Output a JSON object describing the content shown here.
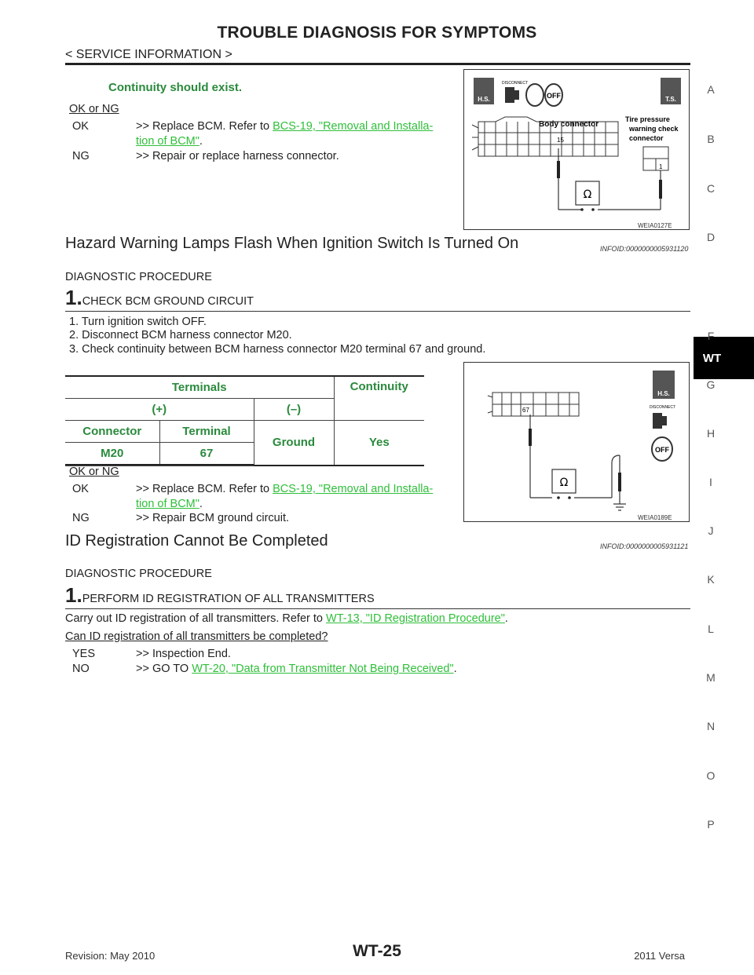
{
  "header": {
    "title": "TROUBLE DIAGNOSIS FOR SYMPTOMS",
    "breadcrumb": "< SERVICE INFORMATION >"
  },
  "side_index": {
    "letters": [
      "A",
      "B",
      "C",
      "D",
      "WT",
      "F",
      "G",
      "H",
      "I",
      "J",
      "K",
      "L",
      "M",
      "N",
      "O",
      "P"
    ],
    "active": "WT"
  },
  "top_section": {
    "continuity_note": "Continuity should exist.",
    "ok_or_ng": "OK or NG",
    "ok_key": "OK",
    "ok_text": ">> Replace BCM. Refer to",
    "ok_link_line1": "BCS-19, \"Removal and Installa-",
    "ok_link_line2": "tion of BCM\"",
    "period": ".",
    "ng_key": "NG",
    "ng_text": ">> Repair or replace harness connector.",
    "figure": {
      "hs_badge": "H.S.",
      "ts_badge": "T.S.",
      "disconnect": "DISCONNECT",
      "off": "OFF",
      "body_connector": "Body connector",
      "tire_label_1": "Tire pressure",
      "tire_label_2": "warning check",
      "tire_label_3": "connector",
      "pin_15": "15",
      "pin_1": "1",
      "ohm": "Ω",
      "caption": "WEIA0127E"
    }
  },
  "hazard_section": {
    "title": "Hazard Warning Lamps Flash When Ignition Switch Is Turned On",
    "infoid": "INFOID:0000000005931120",
    "diag_label": "DIAGNOSTIC PROCEDURE",
    "step_num": "1.",
    "step_title": "CHECK BCM GROUND CIRCUIT",
    "instructions": [
      "1. Turn ignition switch OFF.",
      "2. Disconnect BCM harness connector M20.",
      "3. Check continuity between BCM harness connector M20 terminal 67 and ground."
    ],
    "table": {
      "terminals": "Terminals",
      "continuity": "Continuity",
      "plus": "(+)",
      "minus": "(–)",
      "connector": "Connector",
      "terminal": "Terminal",
      "ground": "Ground",
      "yes": "Yes",
      "m20": "M20",
      "t67": "67"
    },
    "ok_or_ng": "OK or NG",
    "ok_key": "OK",
    "ok_text": ">> Replace BCM. Refer to",
    "ok_link_line1": "BCS-19, \"Removal and Installa-",
    "ok_link_line2": "tion of BCM\"",
    "period": ".",
    "ng_key": "NG",
    "ng_text": ">> Repair BCM ground circuit.",
    "figure": {
      "hs_badge": "H.S.",
      "disconnect": "DISCONNECT",
      "off": "OFF",
      "pin_67": "67",
      "ohm": "Ω",
      "caption": "WEIA0189E"
    }
  },
  "id_section": {
    "title": "ID Registration Cannot Be Completed",
    "infoid": "INFOID:0000000005931121",
    "diag_label": "DIAGNOSTIC PROCEDURE",
    "step_num": "1.",
    "step_title": "PERFORM ID REGISTRATION OF ALL TRANSMITTERS",
    "instruction": "Carry out ID registration of all transmitters. Refer to",
    "instruction_link": "WT-13, \"ID Registration Procedure\"",
    "period": ".",
    "question": "Can ID registration of all transmitters be completed?",
    "yes_key": "YES",
    "yes_text": ">> Inspection End.",
    "no_key": "NO",
    "no_text": ">> GO TO",
    "no_link": "WT-20, \"Data from Transmitter Not Being Received\""
  },
  "footer": {
    "revision": "Revision: May 2010",
    "page": "WT-25",
    "model": "2011 Versa"
  }
}
